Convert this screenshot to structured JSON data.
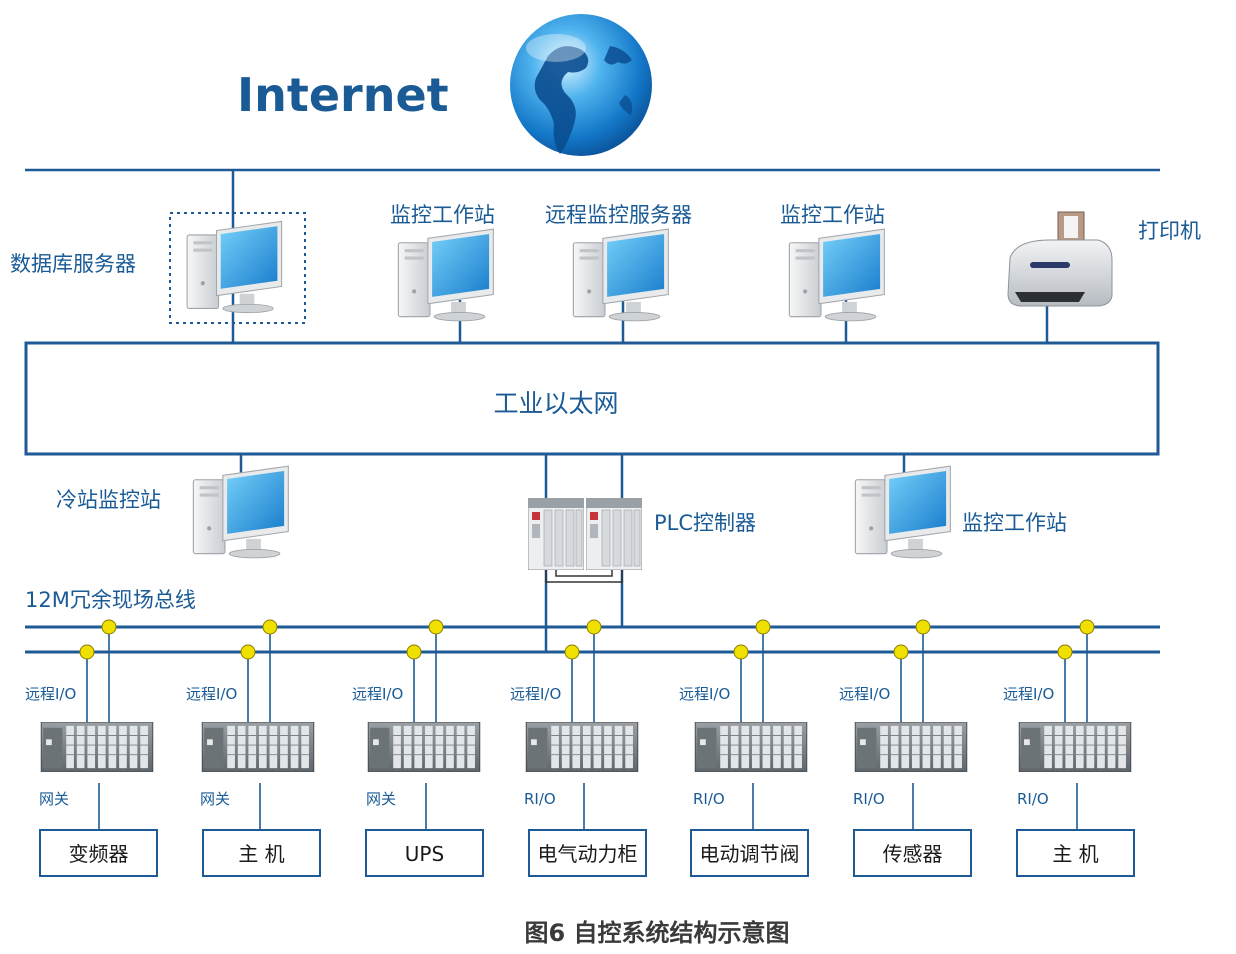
{
  "internet": {
    "label": "Internet"
  },
  "top_devices": {
    "db_server": "数据库服务器",
    "workstation_1": "监控工作站",
    "remote_server": "远程监控服务器",
    "workstation_2": "监控工作站",
    "printer": "打印机"
  },
  "ethernet": {
    "label": "工业以太网"
  },
  "middle_devices": {
    "chiller_station": "冷站监控站",
    "plc": "PLC控制器",
    "workstation_3": "监控工作站"
  },
  "fieldbus": {
    "label": "12M冗余现场总线"
  },
  "io_columns": [
    {
      "io_label": "远程I/O",
      "sub_label": "网关",
      "device": "变频器"
    },
    {
      "io_label": "远程I/O",
      "sub_label": "网关",
      "device": "主 机"
    },
    {
      "io_label": "远程I/O",
      "sub_label": "网关",
      "device": "UPS"
    },
    {
      "io_label": "远程I/O",
      "sub_label": "RI/O",
      "device": "电气动力柜"
    },
    {
      "io_label": "远程I/O",
      "sub_label": "RI/O",
      "device": "电动调节阀"
    },
    {
      "io_label": "远程I/O",
      "sub_label": "RI/O",
      "device": "传感器"
    },
    {
      "io_label": "远程I/O",
      "sub_label": "RI/O",
      "device": "主 机"
    }
  ],
  "caption": "图6  自控系统结构示意图",
  "colors": {
    "line": "#1e5a96",
    "node": "#f0e000",
    "text": "#1a5b96"
  }
}
